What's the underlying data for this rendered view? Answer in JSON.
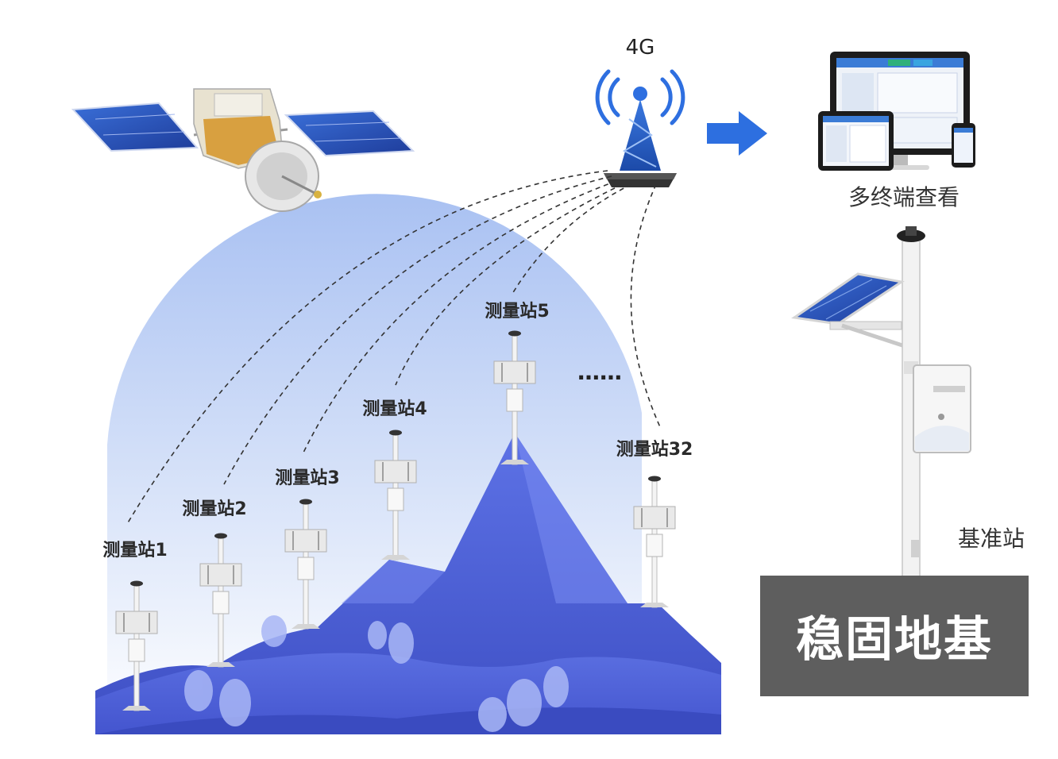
{
  "network_label": "4G",
  "terminal_label": "多终端查看",
  "base_station_label": "基准站",
  "foundation_label": "稳固地基",
  "ellipsis": "……",
  "stations": [
    {
      "label": "测量站1"
    },
    {
      "label": "测量站2"
    },
    {
      "label": "测量站3"
    },
    {
      "label": "测量站4"
    },
    {
      "label": "测量站5"
    },
    {
      "label": "测量站32"
    }
  ],
  "colors": {
    "sky_top": "#c6d6f7",
    "sky_bottom": "#ffffff",
    "mountain_dark": "#4a5ed1",
    "mountain_light": "#7f8ff0",
    "foundation_bg": "#5e5e5e",
    "arrow": "#2d6fe0"
  }
}
